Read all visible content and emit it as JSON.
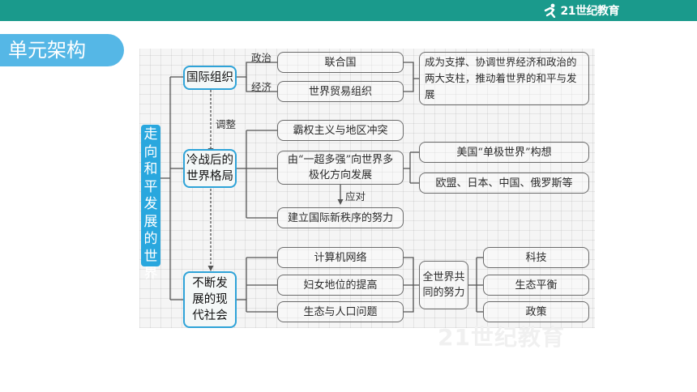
{
  "header": {
    "logo_text": "21世纪教育",
    "bar_color": "#1a9a8c"
  },
  "section": {
    "title": "单元架构",
    "color": "#55b7e6"
  },
  "diagram": {
    "root": "走向和平发展的世界",
    "level1": [
      "国际组织",
      "冷战后的世界格局",
      "不断发展的现代社会"
    ],
    "org_labels": {
      "politics": "政治",
      "economy": "经济"
    },
    "org_items": [
      "联合国",
      "世界贸易组织"
    ],
    "org_summary": "成为支撑、协调世界经济和政治的两大支柱，推动着世界的和平与发展",
    "adjust_label": "调整",
    "postwar_items": [
      "霸权主义与地区冲突",
      "由“一超多强”向世界多极化方向发展",
      "建立国际新秩序的努力"
    ],
    "multipolar_items": [
      "美国“单极世界”构想",
      "欧盟、日本、中国、俄罗斯等"
    ],
    "respond_label": "应对",
    "modern_items": [
      "计算机网络",
      "妇女地位的提高",
      "生态与人口问题"
    ],
    "joint_effort": "全世界共同的努力",
    "effort_items": [
      "科技",
      "生态平衡",
      "政策"
    ],
    "accent_color": "#2ea3d8"
  }
}
